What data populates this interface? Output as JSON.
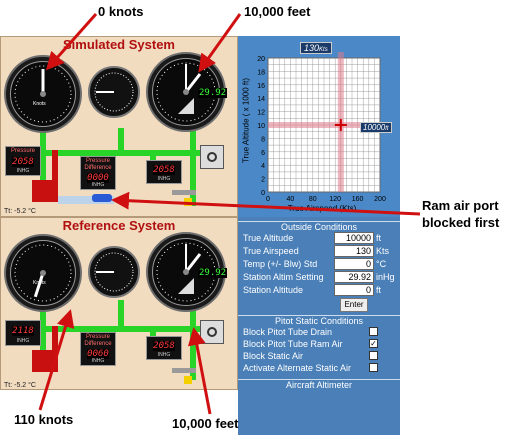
{
  "annotations": {
    "top_left": "0 knots",
    "top_right": "10,000 feet",
    "right_line1": "Ram air port",
    "right_line2": "blocked first",
    "bottom_left": "110 knots",
    "bottom_right": "10,000 feet"
  },
  "simulated": {
    "title": "Simulated System",
    "pressure_label": "Pressure",
    "pressure_value": "2058",
    "pressure_unit": "INHG",
    "diff_label_1": "Pressure",
    "diff_label_2": "Difference",
    "diff_value": "0000",
    "diff_unit": "INHG",
    "static_value": "2058",
    "static_unit": "INHG",
    "altimeter_setting": "29.92",
    "temperature": "Tt: -5.2 °C",
    "airspeed_knots": 0
  },
  "reference": {
    "title": "Reference System",
    "pressure_value": "2118",
    "pressure_unit": "INHG",
    "diff_label_1": "Pressure",
    "diff_label_2": "Difference",
    "diff_value": "0060",
    "diff_unit": "INHG",
    "static_value": "2058",
    "static_unit": "INHG",
    "altimeter_setting": "29.92",
    "temperature": "Tt: -5.2 °C",
    "airspeed_knots": 110
  },
  "asi_label": "Knots",
  "asi_ticks": [
    "0",
    "20",
    "40",
    "60",
    "80",
    "100",
    "120",
    "140",
    "160",
    "180"
  ],
  "altitude_chart": {
    "speed_readout": "130",
    "speed_unit": "Kts",
    "altitude_readout": "10000",
    "altitude_unit": "ft",
    "ylabel": "True Altitude ( x 1000 ft)",
    "xlabel": "True Airspeed (Kts)",
    "y_ticks": [
      "20",
      "18",
      "16",
      "14",
      "12",
      "10",
      "8",
      "6",
      "4",
      "2",
      "0"
    ],
    "x_ticks": [
      "0",
      "40",
      "80",
      "120",
      "160",
      "200"
    ]
  },
  "chart_data": {
    "type": "scatter",
    "x": [
      130
    ],
    "y": [
      10
    ],
    "xlabel": "True Airspeed (Kts)",
    "ylabel": "True Altitude ( x 1000 ft)",
    "xlim": [
      0,
      200
    ],
    "ylim": [
      0,
      20
    ],
    "grid": true
  },
  "outside_conditions": {
    "header": "Outside Conditions",
    "true_altitude_label": "True Altitude",
    "true_altitude_value": "10000",
    "true_altitude_unit": "ft",
    "true_airspeed_label": "True Airspeed",
    "true_airspeed_value": "130",
    "true_airspeed_unit": "Kts",
    "temp_label": "Temp (+/- Blw) Std",
    "temp_value": "0",
    "temp_unit": "°C",
    "altim_label": "Station Altim Setting",
    "altim_value": "29.92",
    "altim_unit": "inHg",
    "station_alt_label": "Station Altitude",
    "station_alt_value": "0",
    "station_alt_unit": "ft",
    "enter_label": "Enter"
  },
  "pitot_static": {
    "header": "Pitot Static Conditions",
    "items": [
      {
        "label": "Block Pitot Tube Drain",
        "checked": ""
      },
      {
        "label": "Block Pitot Tube Ram Air",
        "checked": "✓"
      },
      {
        "label": "Block Static Air",
        "checked": ""
      },
      {
        "label": "Activate Alternate Static Air",
        "checked": ""
      }
    ]
  },
  "aircraft_altimeter_header": "Aircraft Altimeter",
  "colors": {
    "pipe": "#27d427",
    "panel": "#f2dcc0",
    "title": "#b01010",
    "chart_bg": "#4a88c7",
    "arrow": "#d01010"
  }
}
